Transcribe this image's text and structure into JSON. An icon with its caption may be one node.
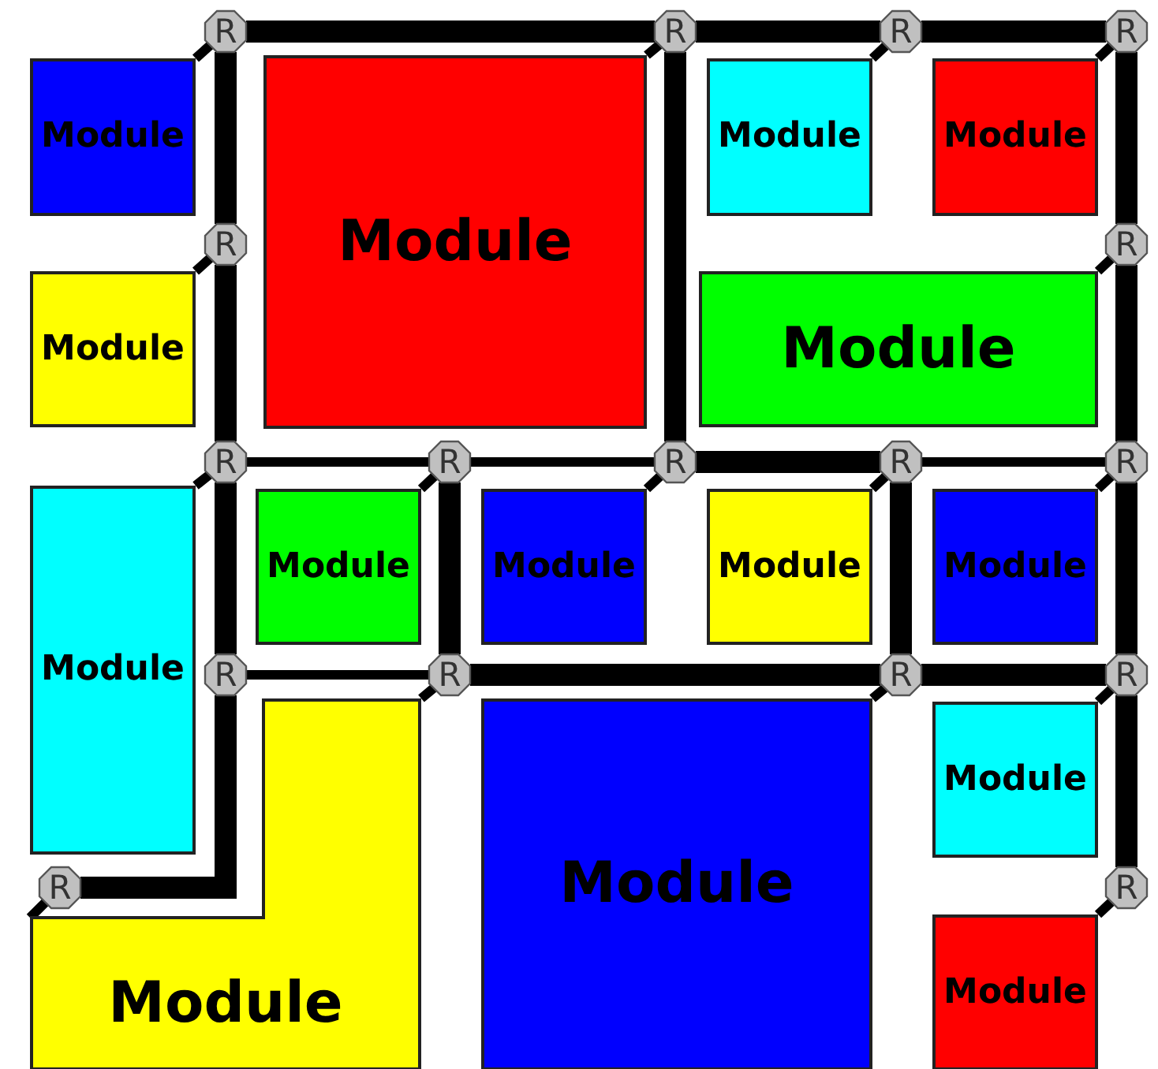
{
  "diagram": {
    "nodes": [
      {
        "text": [
          "R"
        ]
      },
      {
        "text": [
          "R"
        ]
      },
      {
        "text": [
          "R"
        ]
      },
      {
        "text": [
          "R"
        ]
      },
      {
        "text": [
          "Module"
        ]
      },
      {
        "text": [
          "Module"
        ]
      },
      {
        "text": [
          "Module"
        ]
      },
      {
        "text": [
          "Module"
        ]
      },
      {
        "text": [
          "R"
        ]
      },
      {
        "text": [
          "R"
        ]
      },
      {
        "text": [
          "Module"
        ]
      },
      {
        "text": [
          "Module"
        ]
      },
      {
        "text": [
          "R"
        ]
      },
      {
        "text": [
          "R"
        ]
      },
      {
        "text": [
          "R"
        ]
      },
      {
        "text": [
          "R"
        ]
      },
      {
        "text": [
          "R"
        ]
      },
      {
        "text": [
          "Module"
        ]
      },
      {
        "text": [
          "Module"
        ]
      },
      {
        "text": [
          "Module"
        ]
      },
      {
        "text": [
          "Module"
        ]
      },
      {
        "text": [
          "Module"
        ]
      },
      {
        "text": [
          "R"
        ]
      },
      {
        "text": [
          "R"
        ]
      },
      {
        "text": [
          "R"
        ]
      },
      {
        "text": [
          "R"
        ]
      },
      {
        "text": [
          "Module"
        ]
      },
      {
        "text": [
          "Module"
        ]
      },
      {
        "text": [
          "Module"
        ]
      },
      {
        "text": [
          "R"
        ]
      },
      {
        "text": [
          "R"
        ]
      },
      {
        "text": [
          "Module"
        ]
      }
    ],
    "edges": [
      {
        "from": 0,
        "to": 1,
        "arrow": "none",
        "style": "thick"
      },
      {
        "from": 1,
        "to": 2,
        "arrow": "none",
        "style": "thick"
      },
      {
        "from": 2,
        "to": 3,
        "arrow": "none",
        "style": "thick"
      },
      {
        "from": 0,
        "to": 8,
        "arrow": "none",
        "style": "thick"
      },
      {
        "from": 8,
        "to": 12,
        "arrow": "none",
        "style": "thick"
      },
      {
        "from": 1,
        "to": 14,
        "arrow": "none",
        "style": "thick"
      },
      {
        "from": 3,
        "to": 9,
        "arrow": "none",
        "style": "thick"
      },
      {
        "from": 9,
        "to": 16,
        "arrow": "none",
        "style": "thick"
      },
      {
        "from": 12,
        "to": 13,
        "arrow": "none"
      },
      {
        "from": 13,
        "to": 14,
        "arrow": "none"
      },
      {
        "from": 14,
        "to": 15,
        "arrow": "none",
        "style": "thick"
      },
      {
        "from": 15,
        "to": 16,
        "arrow": "none"
      },
      {
        "from": 12,
        "to": 22,
        "arrow": "none",
        "style": "thick"
      },
      {
        "from": 13,
        "to": 23,
        "arrow": "none",
        "style": "thick"
      },
      {
        "from": 15,
        "to": 24,
        "arrow": "none",
        "style": "thick"
      },
      {
        "from": 16,
        "to": 25,
        "arrow": "none",
        "style": "thick"
      },
      {
        "from": 22,
        "to": 23,
        "arrow": "none"
      },
      {
        "from": 23,
        "to": 24,
        "arrow": "none",
        "style": "thick"
      },
      {
        "from": 24,
        "to": 25,
        "arrow": "none",
        "style": "thick"
      },
      {
        "from": 25,
        "to": 30,
        "arrow": "none",
        "style": "thick"
      },
      {
        "from": 22,
        "to": 29,
        "arrow": "none",
        "style": "thick"
      },
      {
        "from": 4,
        "to": 0,
        "arrow": "none"
      },
      {
        "from": 5,
        "to": 1,
        "arrow": "none"
      },
      {
        "from": 6,
        "to": 2,
        "arrow": "none"
      },
      {
        "from": 7,
        "to": 3,
        "arrow": "none"
      },
      {
        "from": 10,
        "to": 8,
        "arrow": "none"
      },
      {
        "from": 11,
        "to": 9,
        "arrow": "none"
      },
      {
        "from": 17,
        "to": 12,
        "arrow": "none"
      },
      {
        "from": 18,
        "to": 13,
        "arrow": "none"
      },
      {
        "from": 19,
        "to": 14,
        "arrow": "none"
      },
      {
        "from": 20,
        "to": 15,
        "arrow": "none"
      },
      {
        "from": 21,
        "to": 16,
        "arrow": "none"
      },
      {
        "from": 26,
        "to": 23,
        "arrow": "none"
      },
      {
        "from": 26,
        "to": 29,
        "arrow": "none"
      },
      {
        "from": 27,
        "to": 24,
        "arrow": "none"
      },
      {
        "from": 28,
        "to": 25,
        "arrow": "none"
      },
      {
        "from": 31,
        "to": 30,
        "arrow": "none"
      }
    ]
  }
}
